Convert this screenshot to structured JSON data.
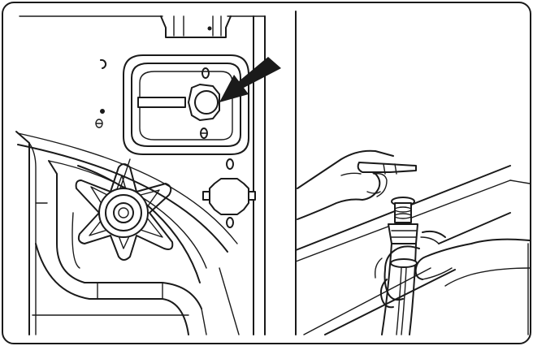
{
  "figure": {
    "panels": [
      {
        "id": "left",
        "subject": "appliance-back-panel",
        "parts": [
          "drain-cap-recess",
          "drain-cap",
          "drain-cap-handle",
          "direction-arrow",
          "pump-filter-knob",
          "spare-connector",
          "panel-screws"
        ]
      },
      {
        "id": "right",
        "subject": "drain-hose-removal",
        "parts": [
          "upper-hand",
          "removed-drain-cap",
          "lower-hand",
          "drain-hose",
          "hose-fitting",
          "cabinet-edge"
        ]
      }
    ],
    "arrow_color": "#1a1a1a",
    "line_color": "#1a1a1a",
    "background_color": "#ffffff"
  }
}
